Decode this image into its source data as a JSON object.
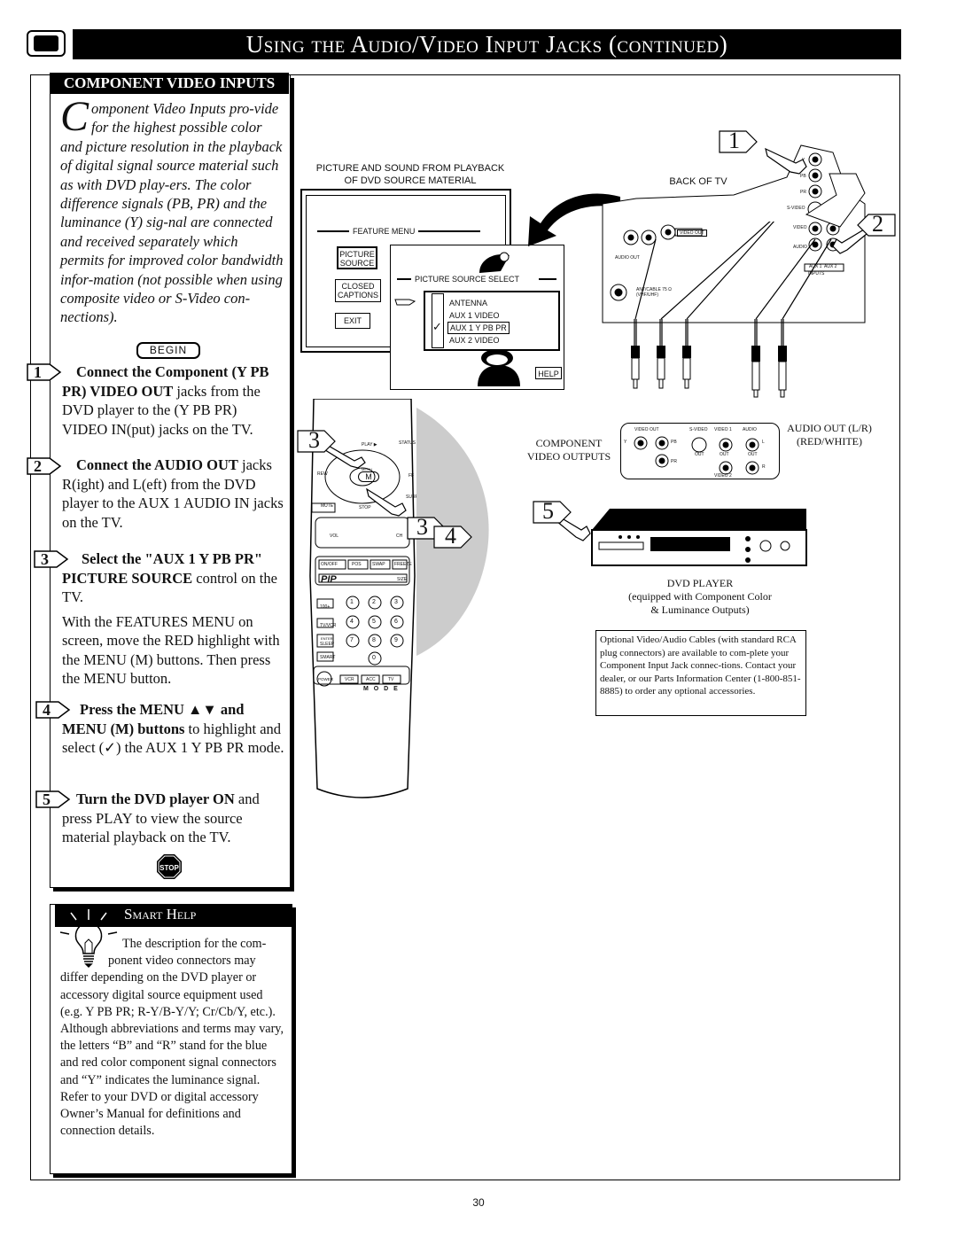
{
  "header": {
    "title": "Using the Audio/Video Input Jacks (continued)"
  },
  "section": {
    "title": "COMPONENT VIDEO INPUTS",
    "intro_dropcap": "C",
    "intro_text": "omponent Video Inputs pro-vide for the highest possible color and picture resolution in the playback of digital signal source material such as with DVD play-ers. The color difference signals (PB, PR) and the luminance (Y) sig-nal are connected and received separately which permits for improved color bandwidth infor-mation (not possible when using composite video or S-Video con-nections).",
    "begin_label": "BEGIN",
    "stop_label": "STOP"
  },
  "steps": [
    {
      "num": "1",
      "bold": "Connect the Component (Y PB PR) VIDEO OUT",
      "rest": " jacks from the DVD player to the (Y PB PR) VIDEO IN(put) jacks on the TV."
    },
    {
      "num": "2",
      "bold": "Connect the AUDIO OUT",
      "rest": " jacks R(ight) and L(eft) from the DVD player to the AUX 1 AUDIO IN jacks on the TV."
    },
    {
      "num": "3",
      "bold": "Select the \"AUX 1 Y PB PR\" PICTURE SOURCE",
      "rest": " control on the TV.",
      "extra": "With the FEATURES MENU on screen, move the RED highlight with the MENU (M) buttons. Then press the MENU button."
    },
    {
      "num": "4",
      "bold": "Press the MENU ▲▼ and MENU (M) buttons",
      "rest": " to highlight and select (✓) the AUX 1 Y PB PR mode."
    },
    {
      "num": "5",
      "bold": "Turn the DVD player ON",
      "rest": " and press PLAY to view the source material playback on the TV."
    }
  ],
  "smart_help": {
    "title": "Smart Help",
    "first_line": "The description for the com-",
    "second_line": "ponent video connectors may",
    "body": "differ depending on the DVD player or accessory digital source equipment used (e.g. Y PB PR; R-Y/B-Y/Y; Cr/Cb/Y, etc.). Although abbreviations and terms may vary, the letters “B” and “R” stand for the blue and red color component signal connectors and “Y” indicates the luminance signal. Refer to your DVD or digital accessory Owner’s Manual for definitions and connection details."
  },
  "diagram": {
    "screen_caption_1": "PICTURE AND SOUND FROM PLAYBACK",
    "screen_caption_2": "OF DVD SOURCE MATERIAL",
    "feature_menu_label": "FEATURE MENU",
    "menu_items": [
      "PICTURE SOURCE",
      "CLOSED CAPTIONS",
      "EXIT"
    ],
    "submenu_title": "PICTURE SOURCE SELECT",
    "submenu_items": [
      "ANTENNA",
      "AUX 1  VIDEO",
      "AUX 1  Y PB PR",
      "AUX 2  VIDEO"
    ],
    "help_button": "HELP",
    "back_of_tv": "BACK OF TV",
    "component_label_1": "COMPONENT",
    "component_label_2": "VIDEO OUTPUTS",
    "audio_out_1": "AUDIO OUT (L/R)",
    "audio_out_2": "(RED/WHITE)",
    "dvd_title": "DVD PLAYER",
    "dvd_sub_1": "(equipped with Component Color",
    "dvd_sub_2": "& Luminance Outputs)",
    "callouts": [
      "1",
      "2",
      "3",
      "3",
      "4",
      "5"
    ],
    "tv_jacks": [
      "VIDEO OUT",
      "AUDIO OUT",
      "ANT/CABLE 75 Ω (VHF/UHF)",
      "INPUTS",
      "AUX 1",
      "AUX 2",
      "VIDEO",
      "AUDIO",
      "S-VIDEO",
      "Y",
      "PB",
      "PR"
    ],
    "dvd_jacks": [
      "VIDEO OUT",
      "S-VIDEO",
      "VIDEO 1",
      "AUDIO",
      "OUT",
      "OUT",
      "OUT",
      "VIDEO 2",
      "Y",
      "PB",
      "PR",
      "L",
      "R"
    ],
    "remote_labels": [
      "PLAY ▶",
      "STATUS",
      "MENU",
      "REW",
      "FF",
      "MUTE",
      "STOP",
      "SURF",
      "VOL",
      "CH",
      "ON/OFF",
      "POS",
      "SWAP",
      "FREEZE",
      "PIP",
      "SIZE",
      "100+",
      "TV/VCR",
      "ENTER",
      "SLEEP",
      "SMART",
      "POWER",
      "VCR",
      "ACC",
      "TV",
      "M O D E"
    ],
    "remote_digits": [
      "1",
      "2",
      "3",
      "4",
      "5",
      "6",
      "7",
      "8",
      "9",
      "0"
    ]
  },
  "note": "Optional Video/Audio Cables (with standard RCA plug connectors) are available to com-plete your Component Input Jack connec-tions. Contact your dealer, or our Parts Information Center (1-800-851-8885) to order any optional accessories.",
  "page_number": "30"
}
